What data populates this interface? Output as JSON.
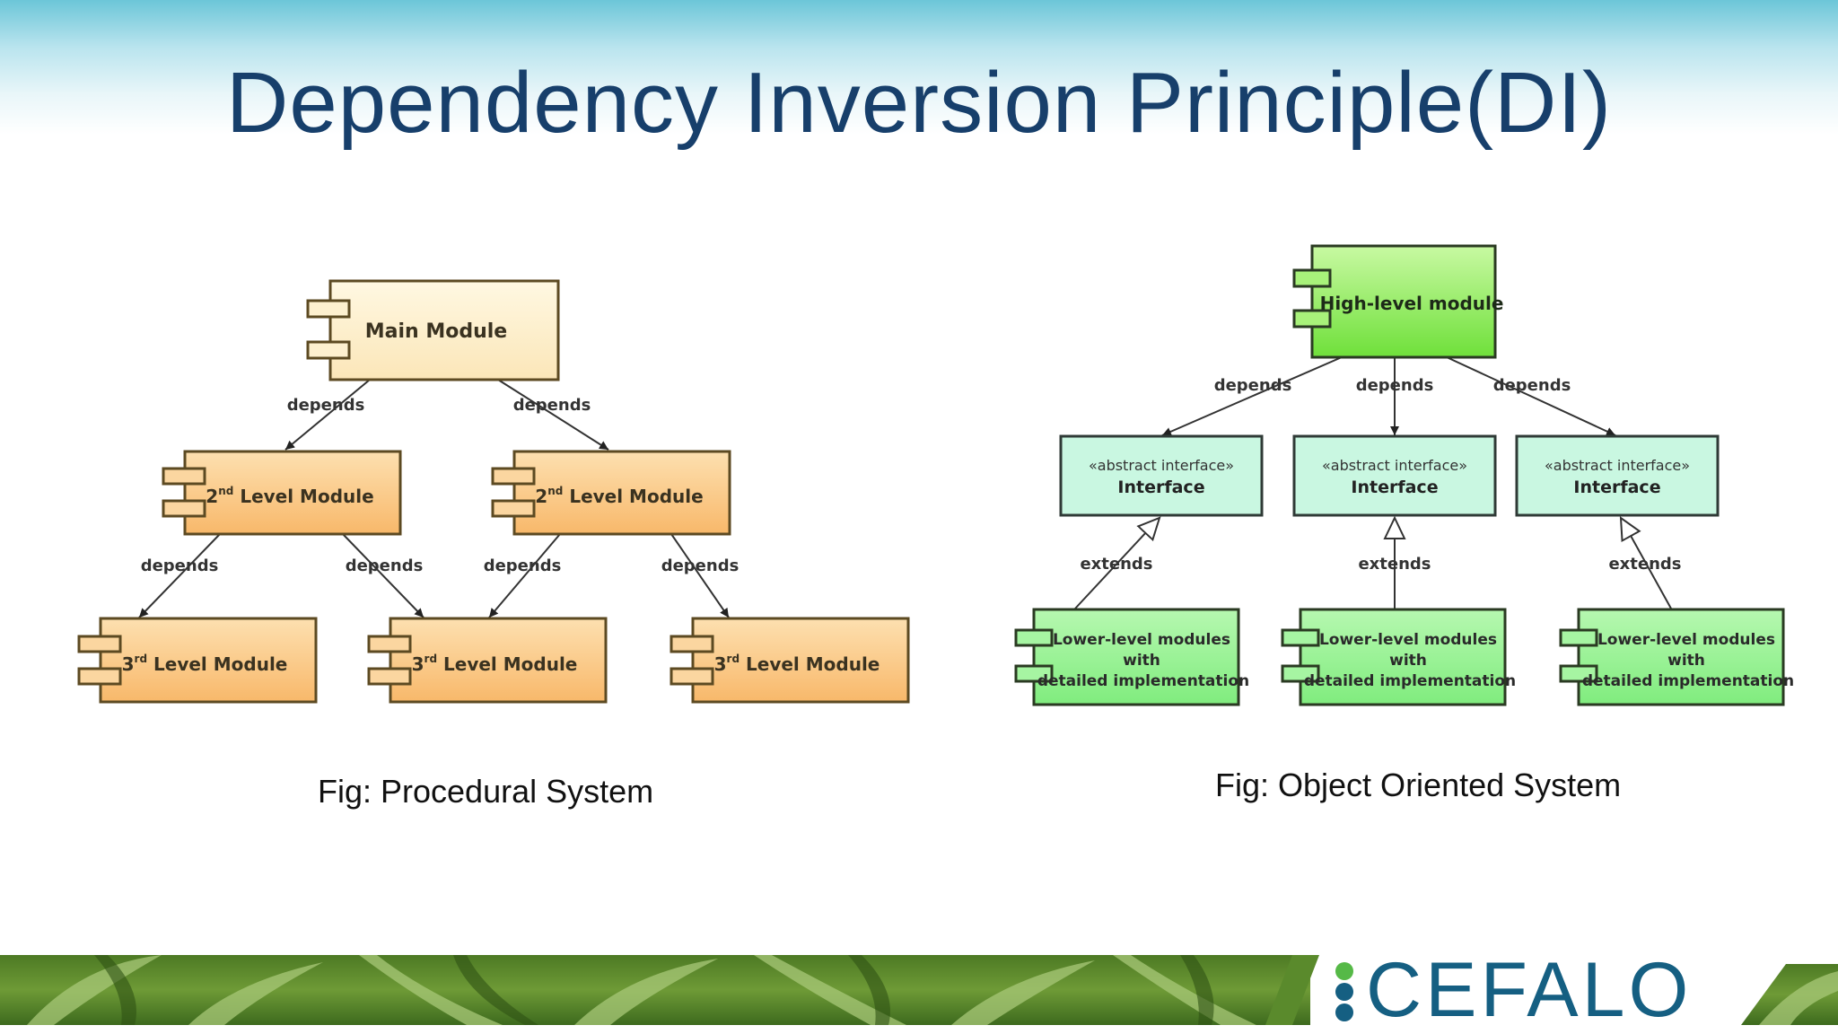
{
  "slide": {
    "title": "Dependency Inversion Principle(DI)"
  },
  "procedural": {
    "caption": "Fig: Procedural System",
    "main_module": "Main Module",
    "second_level": "Level Module",
    "second_level_ordinal": "2",
    "second_level_suffix": "nd",
    "third_level": "Level Module",
    "third_level_ordinal": "3",
    "third_level_suffix": "rd",
    "edge_label": "depends"
  },
  "object_oriented": {
    "caption": "Fig: Object Oriented System",
    "high_level_module": "High-level module",
    "interface_stereotype": "«abstract interface»",
    "interface_name": "Interface",
    "lower_line1": "Lower-level modules",
    "lower_line2": "with",
    "lower_line3": "detailed implementation",
    "depends_label": "depends",
    "extends_label": "extends"
  },
  "brand": {
    "logo_text": "CEFALO"
  },
  "colors": {
    "title": "#173f6b",
    "main_module_fill": "#fdf0cf",
    "level_module_fill": "#fbc987",
    "high_level_fill": "#8ff05a",
    "interface_fill": "#c9f7e1",
    "lower_module_fill": "#8ff28f",
    "logo_blue": "#155f82",
    "logo_green": "#56b947"
  },
  "icons": {
    "component": "uml-component-icon",
    "dependency_arrow": "open-arrow-icon",
    "realization_arrow": "hollow-triangle-icon"
  }
}
